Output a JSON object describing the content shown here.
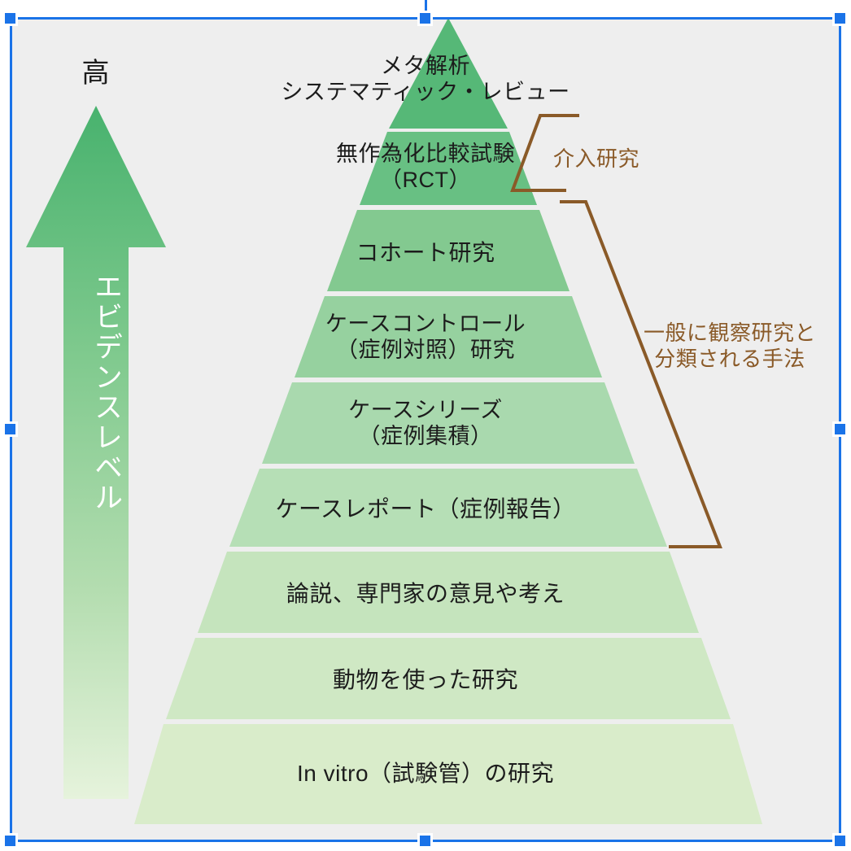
{
  "figure": {
    "kind": "evidence-level-pyramid",
    "background": "#eeeeee",
    "accent_brown": "#8a5a28",
    "accent_selection": "#1a73e8"
  },
  "axis_arrow": {
    "top_label": "高",
    "vertical_label": "エビデンスレベル",
    "color_top": "#4caf72",
    "color_bottom": "#e4f2da"
  },
  "pyramid": {
    "levels": [
      {
        "id": "meta-analysis",
        "label": "メタ解析\nシステマティック・レビュー",
        "fill": "#56b877"
      },
      {
        "id": "rct",
        "label": "無作為化比較試験\n（RCT）",
        "fill": "#68c083"
      },
      {
        "id": "cohort",
        "label": "コホート研究",
        "fill": "#83c990"
      },
      {
        "id": "case-control",
        "label": "ケースコントロール\n（症例対照）研究",
        "fill": "#96d19f"
      },
      {
        "id": "case-series",
        "label": "ケースシリーズ\n（症例集積）",
        "fill": "#a9d9ae"
      },
      {
        "id": "case-report",
        "label": "ケースレポート（症例報告）",
        "fill": "#b6dfb6"
      },
      {
        "id": "editorial-expert-opinion",
        "label": "論説、専門家の意見や考え",
        "fill": "#c5e4bd"
      },
      {
        "id": "animal-research",
        "label": "動物を使った研究",
        "fill": "#cfe8c4"
      },
      {
        "id": "in-vitro",
        "label": "In vitro（試験管）の研究",
        "fill": "#d9ecca"
      }
    ]
  },
  "annotations": {
    "intervention": "介入研究",
    "observational": "一般に観察研究と\n分類される手法"
  },
  "chart_data": {
    "type": "pyramid",
    "title": "エビデンスレベル",
    "orientation": "apex-top",
    "categories": [
      "メタ解析／システマティック・レビュー",
      "無作為化比較試験（RCT）",
      "コホート研究",
      "ケースコントロール（症例対照）研究",
      "ケースシリーズ（症例集積）",
      "ケースレポート（症例報告）",
      "論説、専門家の意見や考え",
      "動物を使った研究",
      "In vitro（試験管）の研究"
    ],
    "rank": [
      9,
      8,
      7,
      6,
      5,
      4,
      3,
      2,
      1
    ],
    "groups": [
      {
        "name": "介入研究",
        "members": [
          "メタ解析／システマティック・レビュー",
          "無作為化比較試験（RCT）"
        ]
      },
      {
        "name": "一般に観察研究と分類される手法",
        "members": [
          "コホート研究",
          "ケースコントロール（症例対照）研究",
          "ケースシリーズ（症例集積）",
          "ケースレポート（症例報告）"
        ]
      }
    ],
    "ylabel": "エビデンスレベル",
    "ytop": "高",
    "legend": "none",
    "grid": false
  }
}
